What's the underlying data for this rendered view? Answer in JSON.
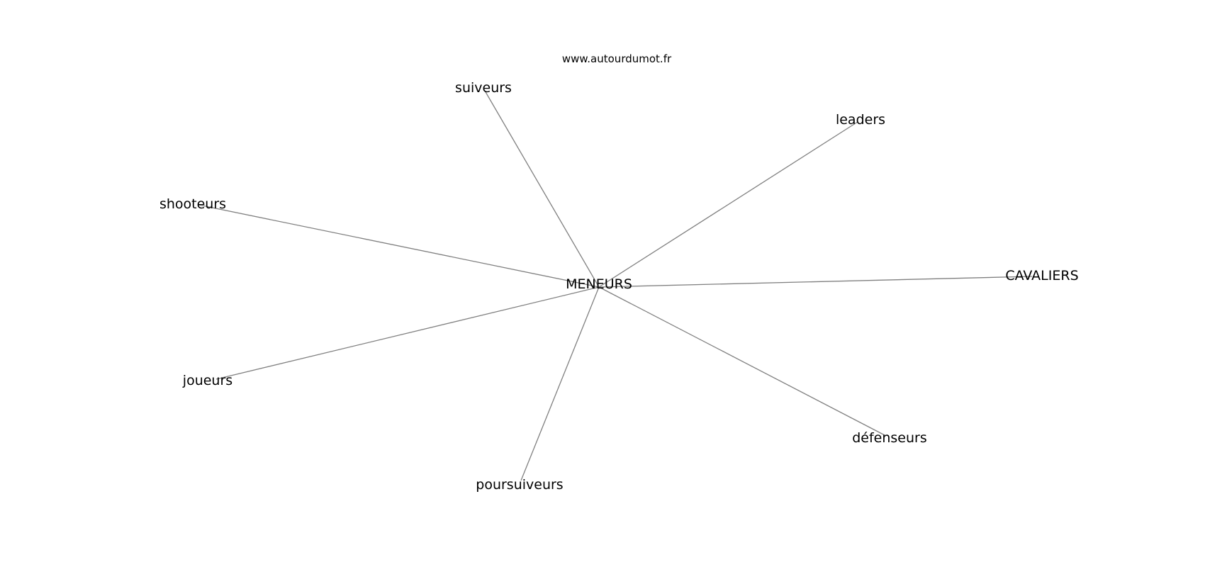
{
  "site": "www.autourdumot.fr",
  "graph": {
    "center": "MENEURS",
    "nodes": [
      "MENEURS",
      "suiveurs",
      "leaders",
      "shooteurs",
      "CAVALIERS",
      "joueurs",
      "défenseurs",
      "poursuiveurs"
    ],
    "edges": [
      [
        "MENEURS",
        "suiveurs"
      ],
      [
        "MENEURS",
        "leaders"
      ],
      [
        "MENEURS",
        "shooteurs"
      ],
      [
        "MENEURS",
        "CAVALIERS"
      ],
      [
        "MENEURS",
        "joueurs"
      ],
      [
        "MENEURS",
        "défenseurs"
      ],
      [
        "MENEURS",
        "poursuiveurs"
      ]
    ]
  },
  "colors": {
    "edge": "#808080",
    "text": "#000000",
    "background": "#ffffff"
  }
}
